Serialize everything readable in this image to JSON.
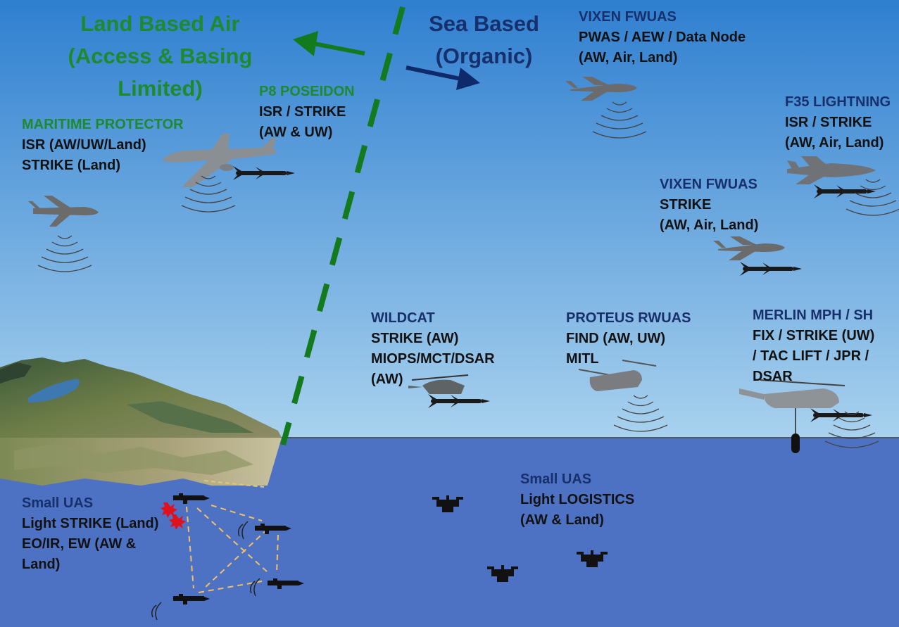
{
  "headings": {
    "land": [
      "Land Based Air",
      "(Access & Basing",
      "Limited)"
    ],
    "sea": [
      "Sea Based",
      "(Organic)"
    ]
  },
  "platforms": {
    "maritime_protector": {
      "name": "MARITIME PROTECTOR",
      "roles": [
        "ISR (AW/UW/Land)",
        "STRIKE (Land)"
      ]
    },
    "p8_poseidon": {
      "name": "P8 POSEIDON",
      "roles": [
        "ISR / STRIKE",
        "(AW & UW)"
      ]
    },
    "vixen_fwuas_aew": {
      "name": "VIXEN FWUAS",
      "roles": [
        "PWAS / AEW / Data Node",
        "(AW, Air,  Land)"
      ]
    },
    "f35_lightning": {
      "name": "F35 LIGHTNING",
      "roles": [
        "ISR / STRIKE",
        "(AW, Air,  Land)"
      ]
    },
    "vixen_fwuas_strike": {
      "name": "VIXEN FWUAS",
      "roles": [
        "STRIKE",
        "(AW, Air,  Land)"
      ]
    },
    "wildcat": {
      "name": "WILDCAT",
      "roles": [
        "STRIKE (AW)",
        "MIOPS/MCT/DSAR",
        "(AW)"
      ]
    },
    "proteus_rwuas": {
      "name": "PROTEUS RWUAS",
      "roles": [
        "FIND (AW, UW)",
        "MITL"
      ]
    },
    "merlin": {
      "name": "MERLIN MPH / SH",
      "roles": [
        "FIX / STRIKE (UW)",
        "/ TAC LIFT / JPR /",
        "DSAR"
      ]
    },
    "small_uas_strike": {
      "name": "Small UAS",
      "roles": [
        "Light STRIKE (Land)",
        "EO/IR, EW (AW &",
        "Land)"
      ]
    },
    "small_uas_logistics": {
      "name": "Small UAS",
      "roles": [
        "Light LOGISTICS",
        "(AW & Land)"
      ]
    }
  },
  "colors": {
    "land_green": "#1e8a2e",
    "sea_navy": "#17306b",
    "sky_top": "#2f7fd0",
    "sky_bottom": "#a9d2ee",
    "sea": "#4d72c3",
    "silhouette": "#6b6b6b",
    "strike_burst": "#e0101c",
    "link_line": "#f3c066"
  },
  "icons": [
    "airplane-icon",
    "drone-icon",
    "helicopter-icon",
    "missile-icon",
    "sonar-wave-icon",
    "quadcopter-icon",
    "explosion-icon",
    "arrow-left-icon",
    "arrow-right-icon",
    "sonobuoy-icon"
  ]
}
